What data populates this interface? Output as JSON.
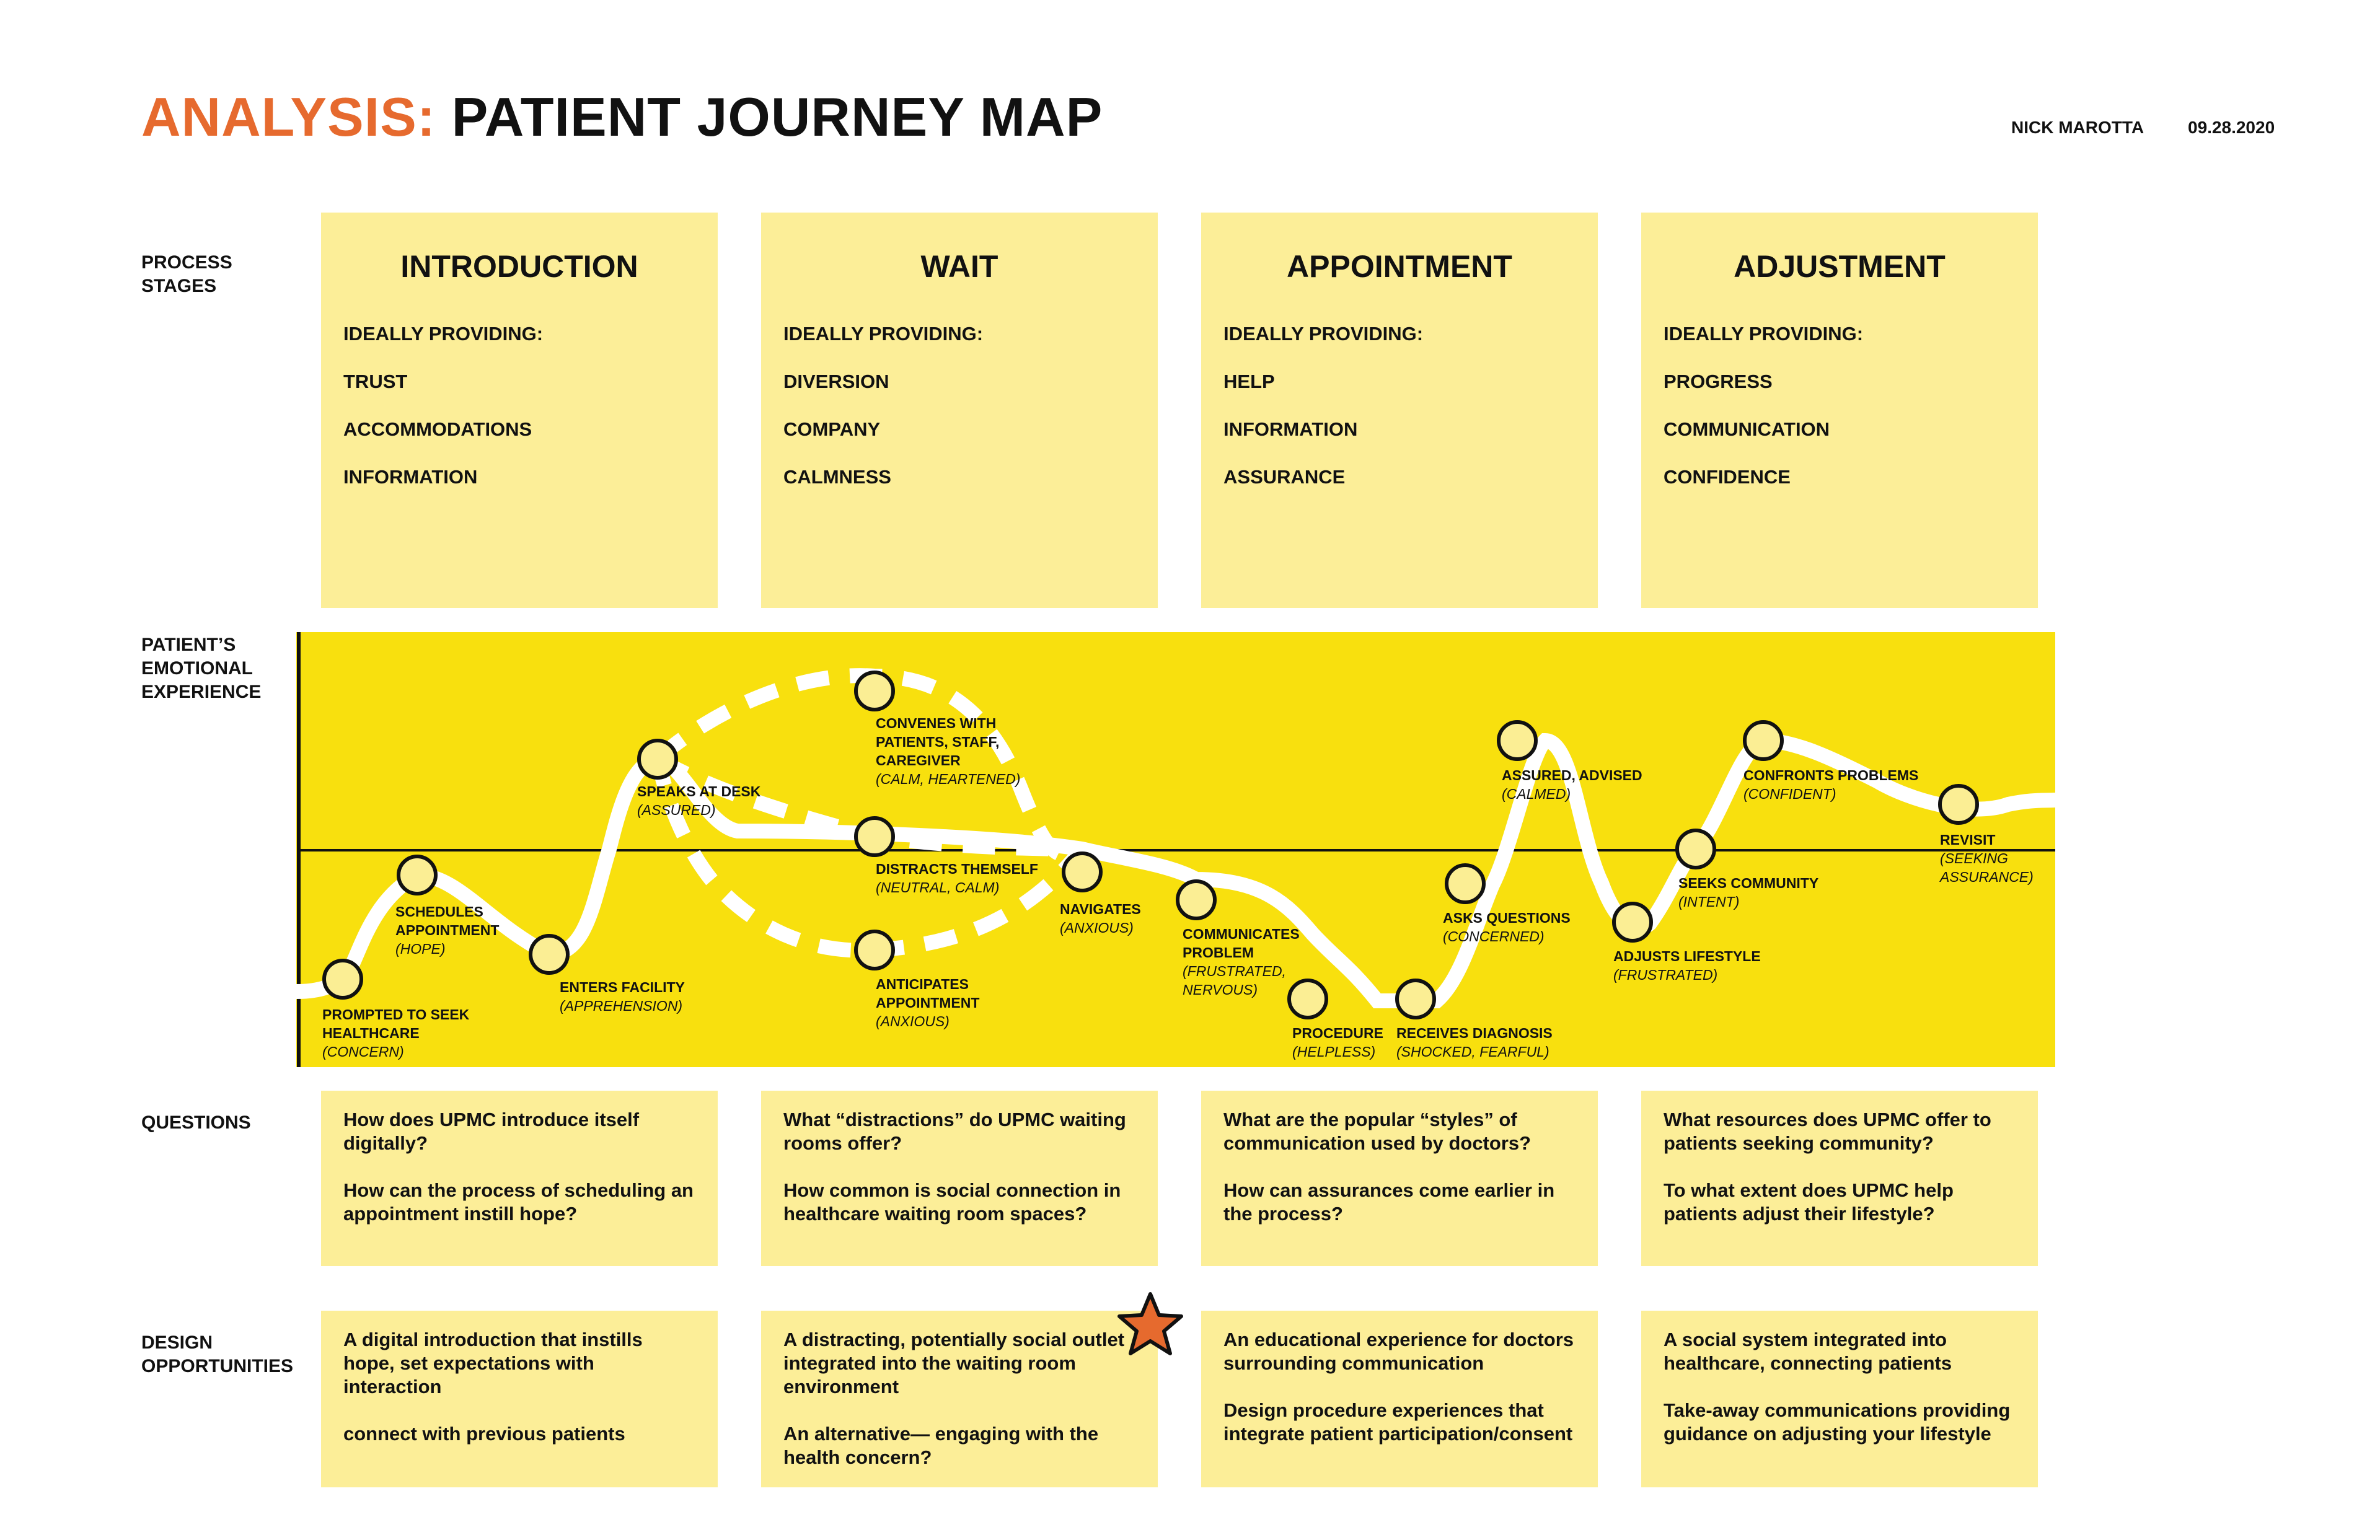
{
  "header": {
    "title_accent": "ANALYSIS:",
    "title_main": " PATIENT JOURNEY MAP",
    "author": "NICK MAROTTA",
    "date": "09.28.2020"
  },
  "row_labels": {
    "stages": "PROCESS STAGES",
    "emotion": "PATIENT’S EMOTIONAL EXPERIENCE",
    "questions": "QUESTIONS",
    "opportunities": "DESIGN OPPORTUNITIES"
  },
  "stages": [
    {
      "title": "INTRODUCTION",
      "lines": [
        "IDEALLY PROVIDING:",
        "TRUST",
        "ACCOMMODATIONS",
        "INFORMATION"
      ]
    },
    {
      "title": "WAIT",
      "lines": [
        "IDEALLY PROVIDING:",
        "DIVERSION",
        "COMPANY",
        "CALMNESS"
      ]
    },
    {
      "title": "APPOINTMENT",
      "lines": [
        "IDEALLY PROVIDING:",
        "HELP",
        "INFORMATION",
        "ASSURANCE"
      ]
    },
    {
      "title": "ADJUSTMENT",
      "lines": [
        "IDEALLY PROVIDING:",
        "PROGRESS",
        "COMMUNICATION",
        "CONFIDENCE"
      ]
    }
  ],
  "journey_points": [
    {
      "label": "PROMPTED TO SEEK HEALTHCARE",
      "emotion": "(CONCERN)"
    },
    {
      "label": "SCHEDULES APPOINTMENT",
      "emotion": "(HOPE)"
    },
    {
      "label": "ENTERS FACILITY",
      "emotion": "(APPREHENSION)"
    },
    {
      "label": "SPEAKS AT DESK",
      "emotion": "(ASSURED)"
    },
    {
      "label": "CONVENES WITH PATIENTS, STAFF, CAREGIVER",
      "emotion": "(CALM, HEARTENED)"
    },
    {
      "label": "DISTRACTS THEMSELF",
      "emotion": "(NEUTRAL, CALM)"
    },
    {
      "label": "ANTICIPATES APPOINTMENT",
      "emotion": "(ANXIOUS)"
    },
    {
      "label": "NAVIGATES",
      "emotion": "(ANXIOUS)"
    },
    {
      "label": "COMMUNICATES PROBLEM",
      "emotion": "(FRUSTRATED, NERVOUS)"
    },
    {
      "label": "PROCEDURE",
      "emotion": "(HELPLESS)"
    },
    {
      "label": "RECEIVES DIAGNOSIS",
      "emotion": "(SHOCKED, FEARFUL)"
    },
    {
      "label": "ASKS QUESTIONS",
      "emotion": "(CONCERNED)"
    },
    {
      "label": "ASSURED, ADVISED",
      "emotion": "(CALMED)"
    },
    {
      "label": "ADJUSTS LIFESTYLE",
      "emotion": "(FRUSTRATED)"
    },
    {
      "label": "SEEKS COMMUNITY",
      "emotion": "(INTENT)"
    },
    {
      "label": "CONFRONTS PROBLEMS",
      "emotion": "(CONFIDENT)"
    },
    {
      "label": "REVISIT",
      "emotion": "(SEEKING ASSURANCE)"
    }
  ],
  "questions": [
    [
      "How does UPMC introduce itself digitally?",
      "How can the process of scheduling an appointment instill hope?"
    ],
    [
      "What “distractions” do UPMC waiting rooms offer?",
      "How common is social connection in healthcare waiting room spaces?"
    ],
    [
      "What are the popular “styles” of communication used by doctors?",
      "How can assurances come earlier in the process?"
    ],
    [
      "What resources does UPMC offer to patients seeking community?",
      "To what extent does UPMC help patients adjust their lifestyle?"
    ]
  ],
  "opportunities": [
    [
      "A digital introduction that instills hope, set expectations with interaction",
      "connect with previous patients"
    ],
    [
      "A distracting, potentially social outlet integrated into the waiting room environment",
      "An alternative— engaging with the health concern?"
    ],
    [
      "An educational experience for doctors surrounding communication",
      "Design procedure experiences that integrate patient participation/consent"
    ],
    [
      "A social system integrated into healthcare, connecting patients",
      "Take-away communications providing guidance on adjusting your lifestyle"
    ]
  ],
  "colors": {
    "accent": "#E66A2E",
    "card": "#FCEE98",
    "band": "#F8E00E",
    "node": "#FBEE94",
    "star": "#E66A2E"
  }
}
